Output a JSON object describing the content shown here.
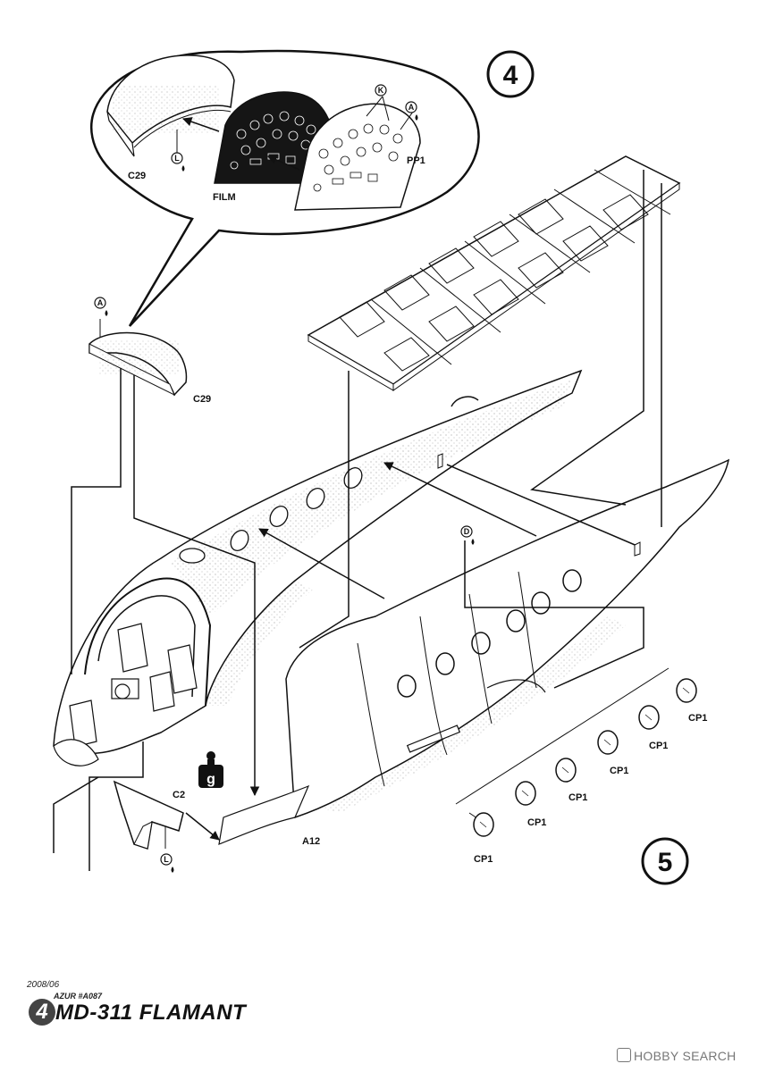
{
  "steps": {
    "step4": "4",
    "step5": "5"
  },
  "labels": {
    "c29_top": "C29",
    "film": "FILM",
    "pp1": "PP1",
    "c29": "C29",
    "c2": "C2",
    "a12": "A12",
    "cp1": "CP1"
  },
  "markers": {
    "k": "K",
    "a1": "A",
    "a2": "A",
    "d": "D",
    "l1": "L",
    "l2": "L",
    "g": "g"
  },
  "footer": {
    "date": "2008/06",
    "ref": "AZUR #A087",
    "page": "4",
    "title": "MD-311 FLAMANT"
  },
  "watermark": {
    "text": "HOBBY SEARCH"
  },
  "colors": {
    "ink": "#111111",
    "watermark": "#777777"
  }
}
